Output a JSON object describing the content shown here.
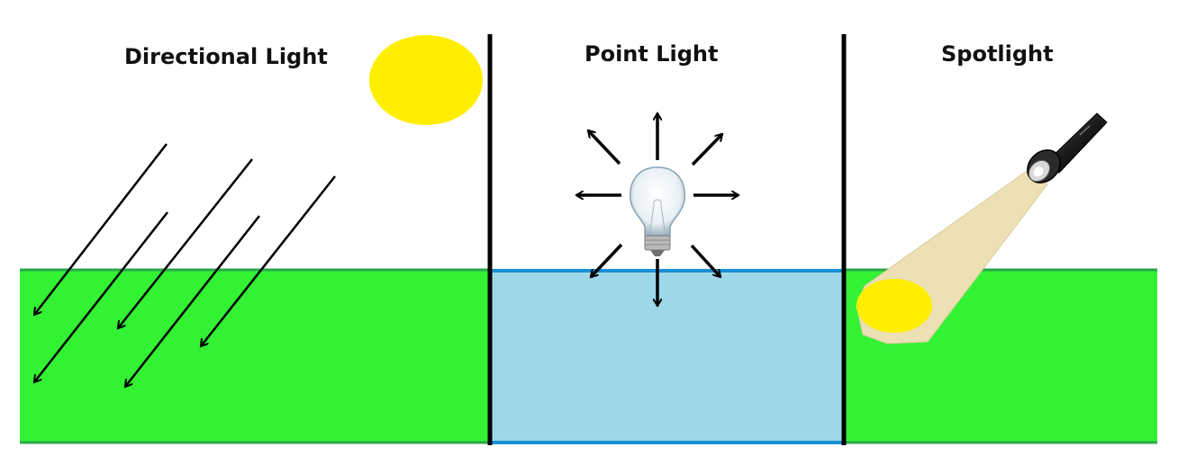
{
  "panels": {
    "directional": {
      "title": "Directional Light"
    },
    "point": {
      "title": "Point Light"
    },
    "spot": {
      "title": "Spotlight"
    }
  },
  "colors": {
    "ground_green": "#33f233",
    "ground_green_edge": "#2aa84a",
    "ground_blue": "#9ed8e8",
    "ground_blue_edge": "#1a8fd6",
    "sun": "#ffee00",
    "divider": "#000000",
    "beam": "#ece0b4",
    "spot": "#ffee00"
  },
  "icons": [
    "sun-icon",
    "lightbulb-icon",
    "flashlight-icon"
  ]
}
